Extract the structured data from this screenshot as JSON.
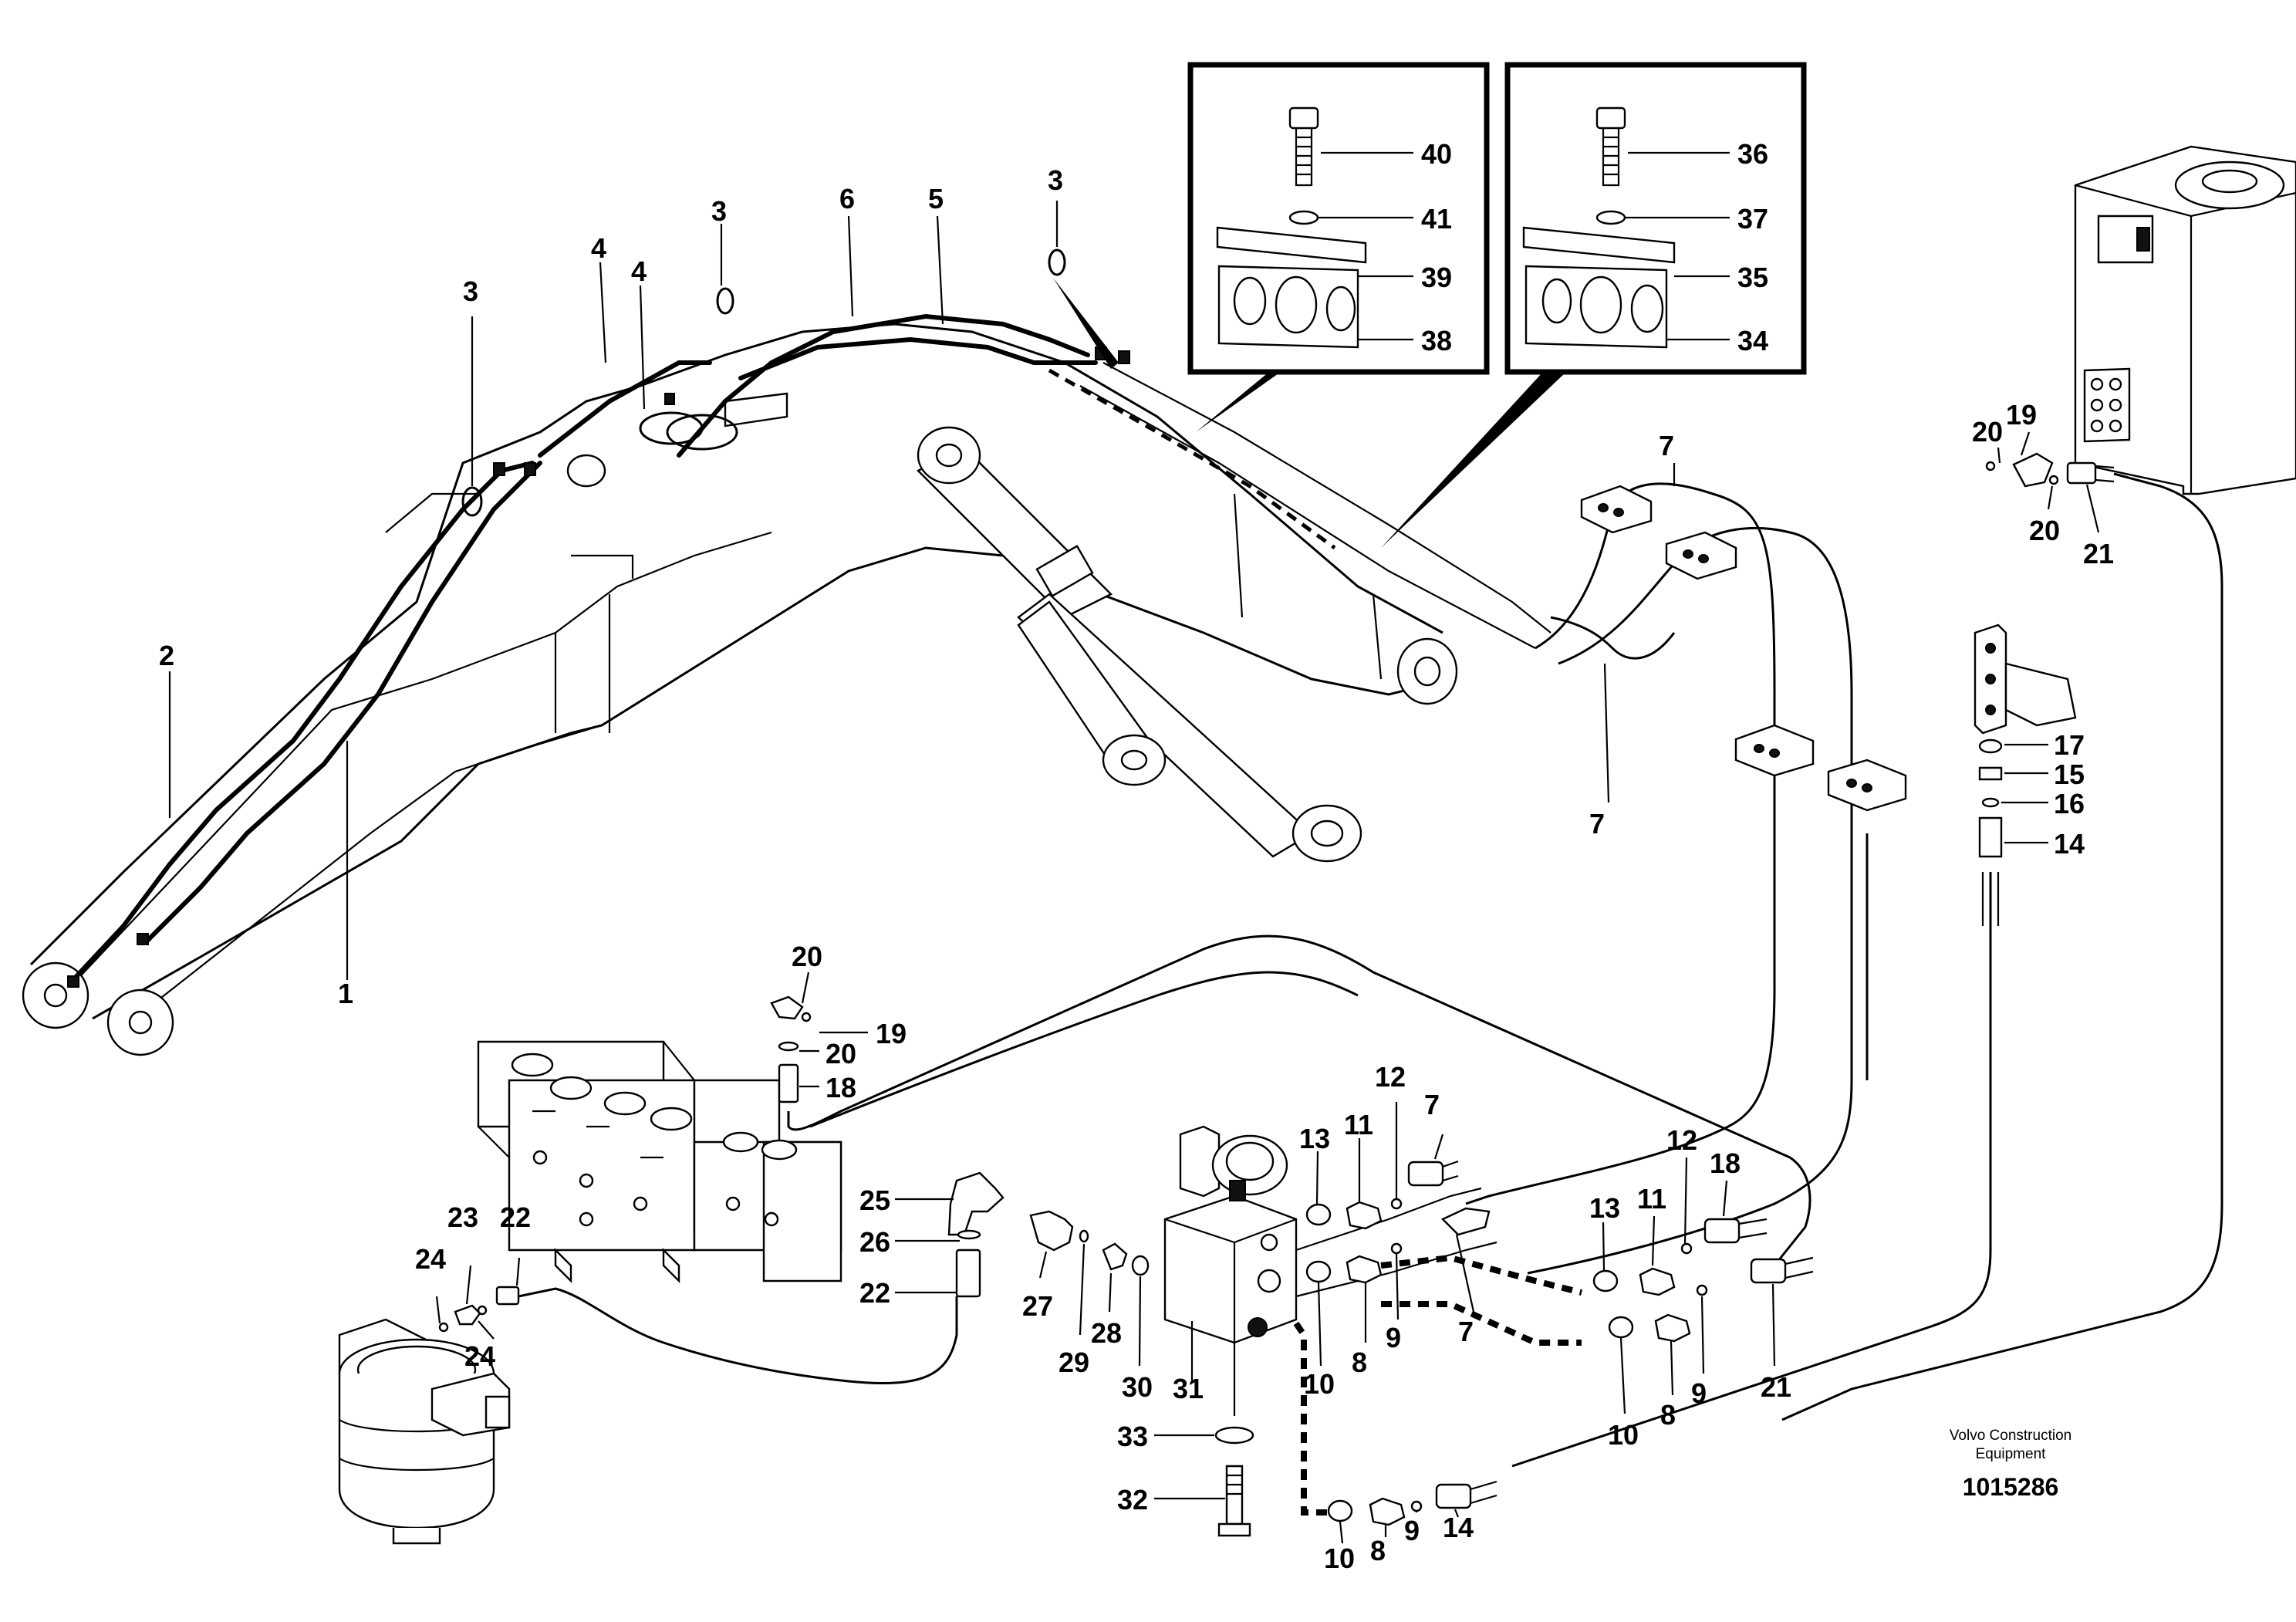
{
  "document": {
    "brand_line1": "Volvo Construction",
    "brand_line2": "Equipment",
    "drawing_number": "1015286"
  },
  "labels": {
    "boom": {
      "l1": "1",
      "l2": "2",
      "l3a": "3",
      "l3b": "3",
      "l3c": "3",
      "l4a": "4",
      "l4b": "4",
      "l5": "5",
      "l6": "6",
      "l7a": "7",
      "l7b": "7"
    },
    "detail_left": {
      "l40": "40",
      "l41": "41",
      "l39": "39",
      "l38": "38"
    },
    "detail_right": {
      "l36": "36",
      "l37": "37",
      "l35": "35",
      "l34": "34"
    },
    "tank": {
      "l19": "19",
      "l20a": "20",
      "l20b": "20",
      "l21": "21"
    },
    "bracket": {
      "l17": "17",
      "l15": "15",
      "l16": "16",
      "l14": "14"
    },
    "control_valve": {
      "l20a": "20",
      "l19": "19",
      "l20b": "20",
      "l18": "18"
    },
    "swivel": {
      "l23": "23",
      "l22": "22",
      "l24a": "24",
      "l24b": "24"
    },
    "adapters": {
      "l25": "25",
      "l26": "26",
      "l22": "22",
      "l27": "27",
      "l29": "29",
      "l28": "28",
      "l30": "30"
    },
    "valve_block": {
      "l31": "31",
      "l33": "33",
      "l32": "32",
      "l13": "13",
      "l11": "11",
      "l12": "12",
      "l7": "7",
      "l10": "10",
      "l8": "8",
      "l9": "9",
      "l7b": "7"
    },
    "right_group": {
      "l13": "13",
      "l11": "11",
      "l12": "12",
      "l18": "18",
      "l10": "10",
      "l8": "8",
      "l9": "9",
      "l21": "21"
    },
    "bottom_group": {
      "l10": "10",
      "l8": "8",
      "l9": "9",
      "l14": "14"
    }
  }
}
